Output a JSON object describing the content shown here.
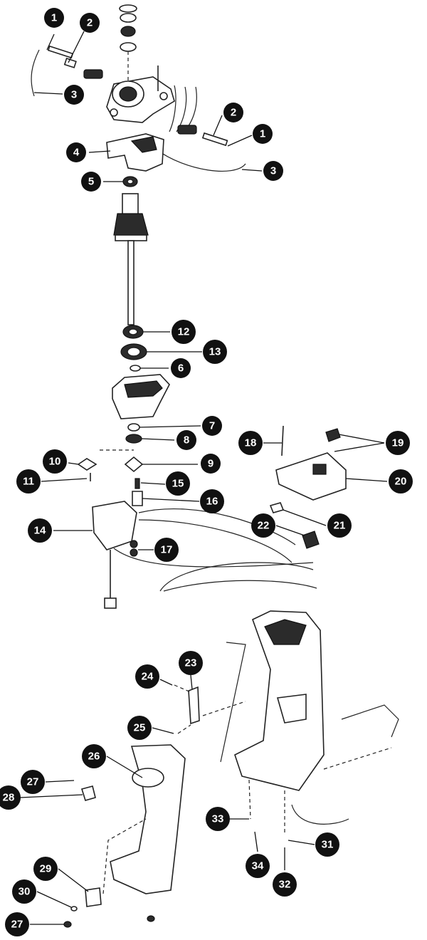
{
  "diagram": {
    "type": "exploded parts diagram",
    "callout_color": "#111111",
    "callout_text_color": "#ffffff",
    "callouts": [
      "1",
      "2",
      "3",
      "2",
      "1",
      "3",
      "4",
      "5",
      "12",
      "13",
      "6",
      "7",
      "8",
      "9",
      "10",
      "11",
      "15",
      "16",
      "14",
      "17",
      "18",
      "19",
      "20",
      "21",
      "22",
      "23",
      "24",
      "25",
      "26",
      "27",
      "28",
      "29",
      "30",
      "27",
      "33",
      "34",
      "31",
      "32"
    ]
  }
}
